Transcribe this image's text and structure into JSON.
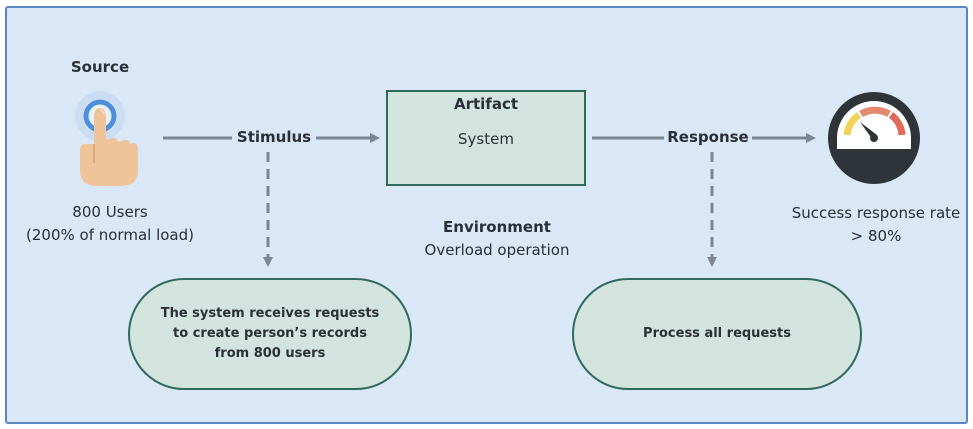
{
  "source": {
    "title": "Source",
    "line1": "800 Users",
    "line2": "(200% of normal load)"
  },
  "stimulus": {
    "label": "Stimulus",
    "description": "The system receives requests to create person’s records from 800 users"
  },
  "artifact": {
    "title": "Artifact",
    "value": "System"
  },
  "environment": {
    "title": "Environment",
    "value": "Overload operation"
  },
  "response": {
    "label": "Response",
    "description": "Process all requests"
  },
  "measure": {
    "line1": "Success response rate",
    "line2": "> 80%"
  },
  "colors": {
    "background": "#d9e7f6",
    "border": "#5a86c2",
    "box_fill": "#d3e4df",
    "box_border": "#2f6a5c",
    "arrow": "#7c8691",
    "gauge_dark": "#2f3438"
  },
  "icons": {
    "source": "hand-touch-icon",
    "measure": "speedometer-gauge-icon"
  }
}
